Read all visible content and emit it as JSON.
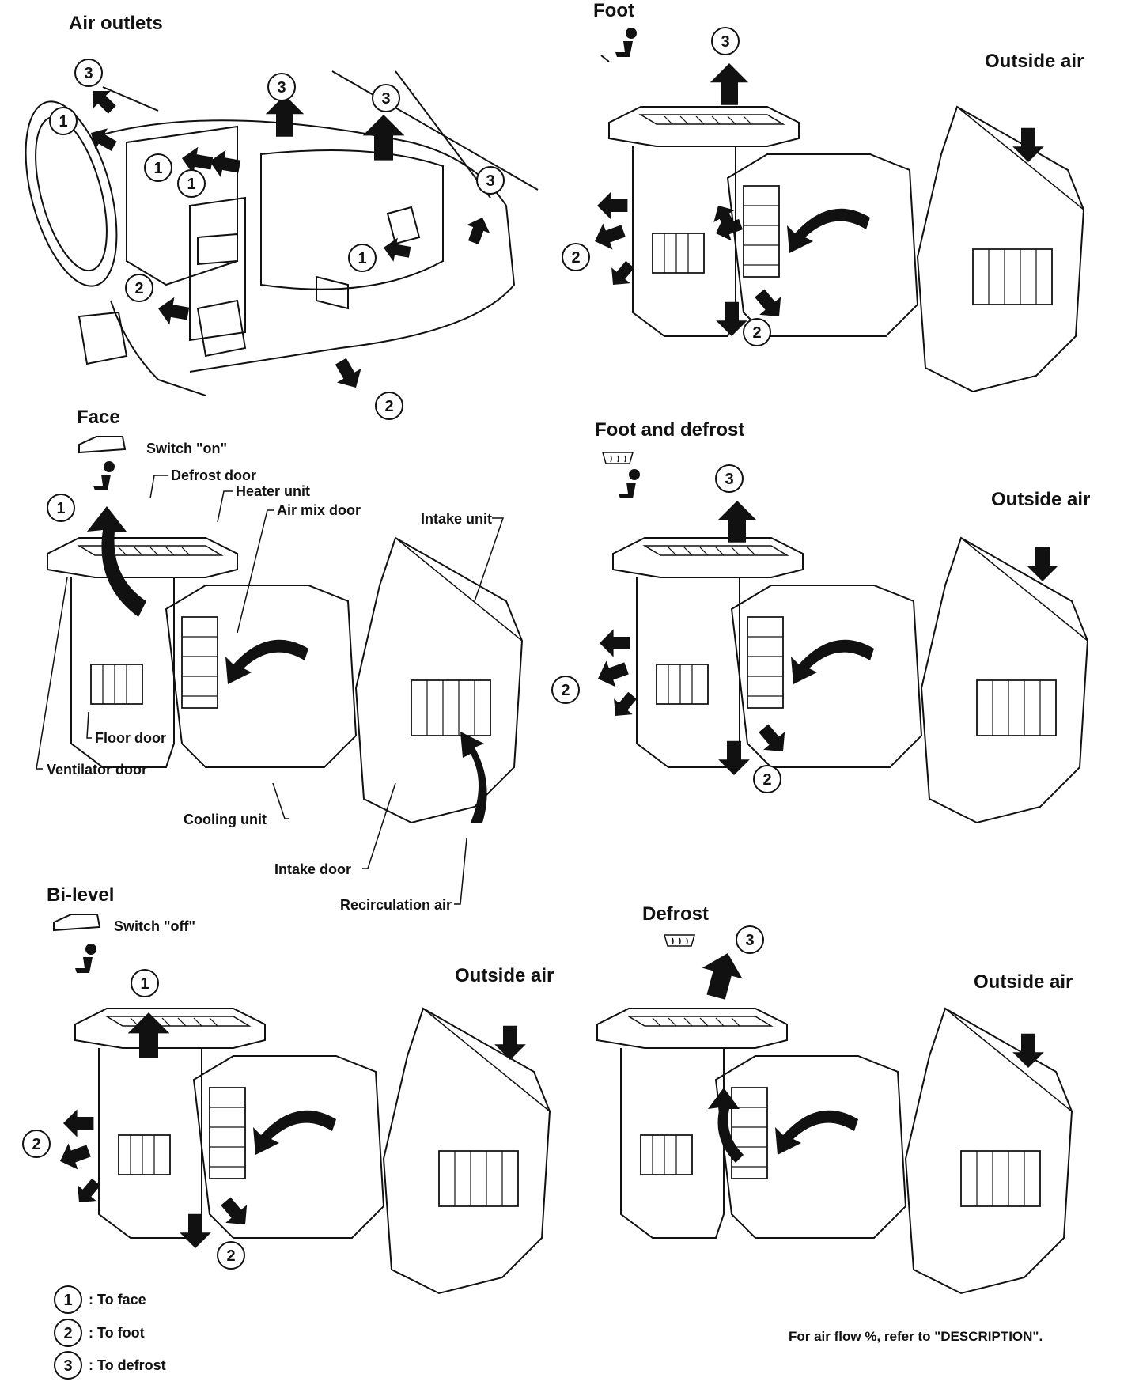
{
  "sections": {
    "air_outlets": {
      "title": "Air outlets"
    },
    "foot": {
      "title": "Foot",
      "outside_air": "Outside air"
    },
    "face": {
      "title": "Face",
      "switch_label": "Switch \"on\"",
      "parts": {
        "defrost_door": "Defrost door",
        "heater_unit": "Heater unit",
        "air_mix_door": "Air mix door",
        "intake_unit": "Intake unit",
        "floor_door": "Floor door",
        "ventilator_door": "Ventilator door",
        "cooling_unit": "Cooling unit",
        "intake_door": "Intake door",
        "recirculation_air": "Recirculation air"
      }
    },
    "foot_and_defrost": {
      "title": "Foot and defrost",
      "outside_air": "Outside air"
    },
    "bi_level": {
      "title": "Bi-level",
      "switch_label": "Switch \"off\"",
      "outside_air": "Outside air"
    },
    "defrost": {
      "title": "Defrost",
      "outside_air": "Outside air"
    }
  },
  "markers": {
    "face": "1",
    "foot": "2",
    "defrost": "3"
  },
  "legend": [
    {
      "num": "1",
      "text": ": To face"
    },
    {
      "num": "2",
      "text": ": To foot"
    },
    {
      "num": "3",
      "text": ": To defrost"
    }
  ],
  "footnote": "For air flow %, refer to \"DESCRIPTION\"."
}
